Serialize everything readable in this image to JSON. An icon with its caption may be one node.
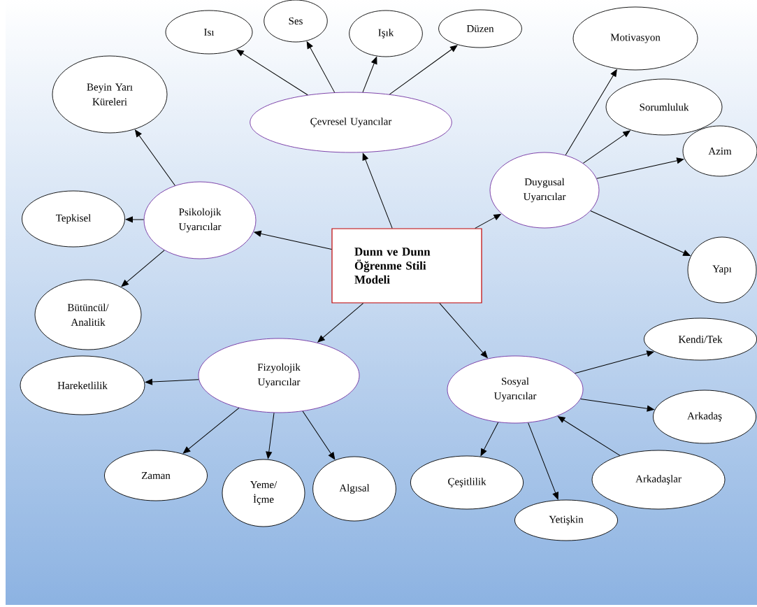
{
  "diagram": {
    "nodes": [
      {
        "text": [
          "Dunn ve Dunn Öğrenme Stili Modeli"
        ]
      },
      {
        "text": [
          "Çevresel Uyancılar"
        ]
      },
      {
        "text": [
          "Isı"
        ]
      },
      {
        "text": [
          "Ses"
        ]
      },
      {
        "text": [
          "Işık"
        ]
      },
      {
        "text": [
          "Düzen"
        ]
      },
      {
        "text": [
          "Duygusal Uyarıcılar"
        ]
      },
      {
        "text": [
          "Motivasyon"
        ]
      },
      {
        "text": [
          "Sorumluluk"
        ]
      },
      {
        "text": [
          "Azim"
        ]
      },
      {
        "text": [
          "Yapı"
        ]
      },
      {
        "text": [
          "Psikolojik Uyarıcılar"
        ]
      },
      {
        "text": [
          "Beyin Yarı Küreleri"
        ]
      },
      {
        "text": [
          "Tepkisel"
        ]
      },
      {
        "text": [
          "Bütüncül/ Analitik"
        ]
      },
      {
        "text": [
          "Fizyolojik Uyarıcılar"
        ]
      },
      {
        "text": [
          "Hareketlilik"
        ]
      },
      {
        "text": [
          "Zaman"
        ]
      },
      {
        "text": [
          "Yeme/ İçme"
        ]
      },
      {
        "text": [
          "Algısal"
        ]
      },
      {
        "text": [
          "Sosyal Uyarıcılar"
        ]
      },
      {
        "text": [
          "Kendi/Tek"
        ]
      },
      {
        "text": [
          "Arkadaş"
        ]
      },
      {
        "text": [
          "Çeşitlilik"
        ]
      },
      {
        "text": [
          "Yetişkin"
        ]
      },
      {
        "text": [
          "Arkadaşlar"
        ]
      }
    ],
    "edges": [
      {
        "from": 0,
        "to": 1,
        "arrow": "to"
      },
      {
        "from": 1,
        "to": 2,
        "arrow": "to"
      },
      {
        "from": 1,
        "to": 3,
        "arrow": "to"
      },
      {
        "from": 1,
        "to": 4,
        "arrow": "to"
      },
      {
        "from": 1,
        "to": 5,
        "arrow": "to"
      },
      {
        "from": 0,
        "to": 6,
        "arrow": "to"
      },
      {
        "from": 6,
        "to": 7,
        "arrow": "to"
      },
      {
        "from": 6,
        "to": 8,
        "arrow": "to"
      },
      {
        "from": 6,
        "to": 9,
        "arrow": "to"
      },
      {
        "from": 6,
        "to": 10,
        "arrow": "to"
      },
      {
        "from": 0,
        "to": 11,
        "arrow": "to"
      },
      {
        "from": 11,
        "to": 12,
        "arrow": "to"
      },
      {
        "from": 11,
        "to": 13,
        "arrow": "to"
      },
      {
        "from": 11,
        "to": 14,
        "arrow": "to"
      },
      {
        "from": 0,
        "to": 15,
        "arrow": "to"
      },
      {
        "from": 15,
        "to": 16,
        "arrow": "to"
      },
      {
        "from": 15,
        "to": 17,
        "arrow": "to"
      },
      {
        "from": 15,
        "to": 18,
        "arrow": "to"
      },
      {
        "from": 15,
        "to": 19,
        "arrow": "to"
      },
      {
        "from": 0,
        "to": 20,
        "arrow": "to"
      },
      {
        "from": 20,
        "to": 21,
        "arrow": "to"
      },
      {
        "from": 20,
        "to": 22,
        "arrow": "to"
      },
      {
        "from": 20,
        "to": 23,
        "arrow": "to"
      },
      {
        "from": 20,
        "to": 24,
        "arrow": "to"
      },
      {
        "from": 25,
        "to": 20,
        "arrow": "to"
      }
    ]
  }
}
